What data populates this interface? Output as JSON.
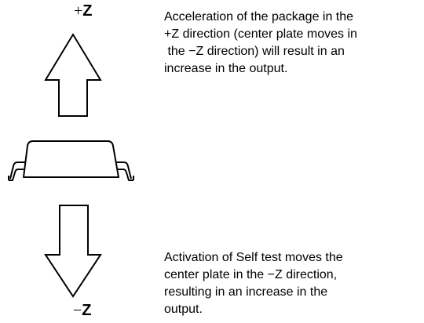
{
  "axis_labels": {
    "positive": {
      "sign": "+",
      "letter": "Z"
    },
    "negative": {
      "sign": "−",
      "letter": "Z"
    }
  },
  "notes": {
    "acceleration": {
      "lines": [
        "Acceleration of the package in the",
        "+Z direction (center plate moves in",
        " the −Z direction) will result in an",
        "increase in the output."
      ]
    },
    "self_test": {
      "lines": [
        "Activation of Self test moves the",
        "center plate in the −Z direction,",
        "resulting in an increase in the",
        "output."
      ]
    }
  }
}
